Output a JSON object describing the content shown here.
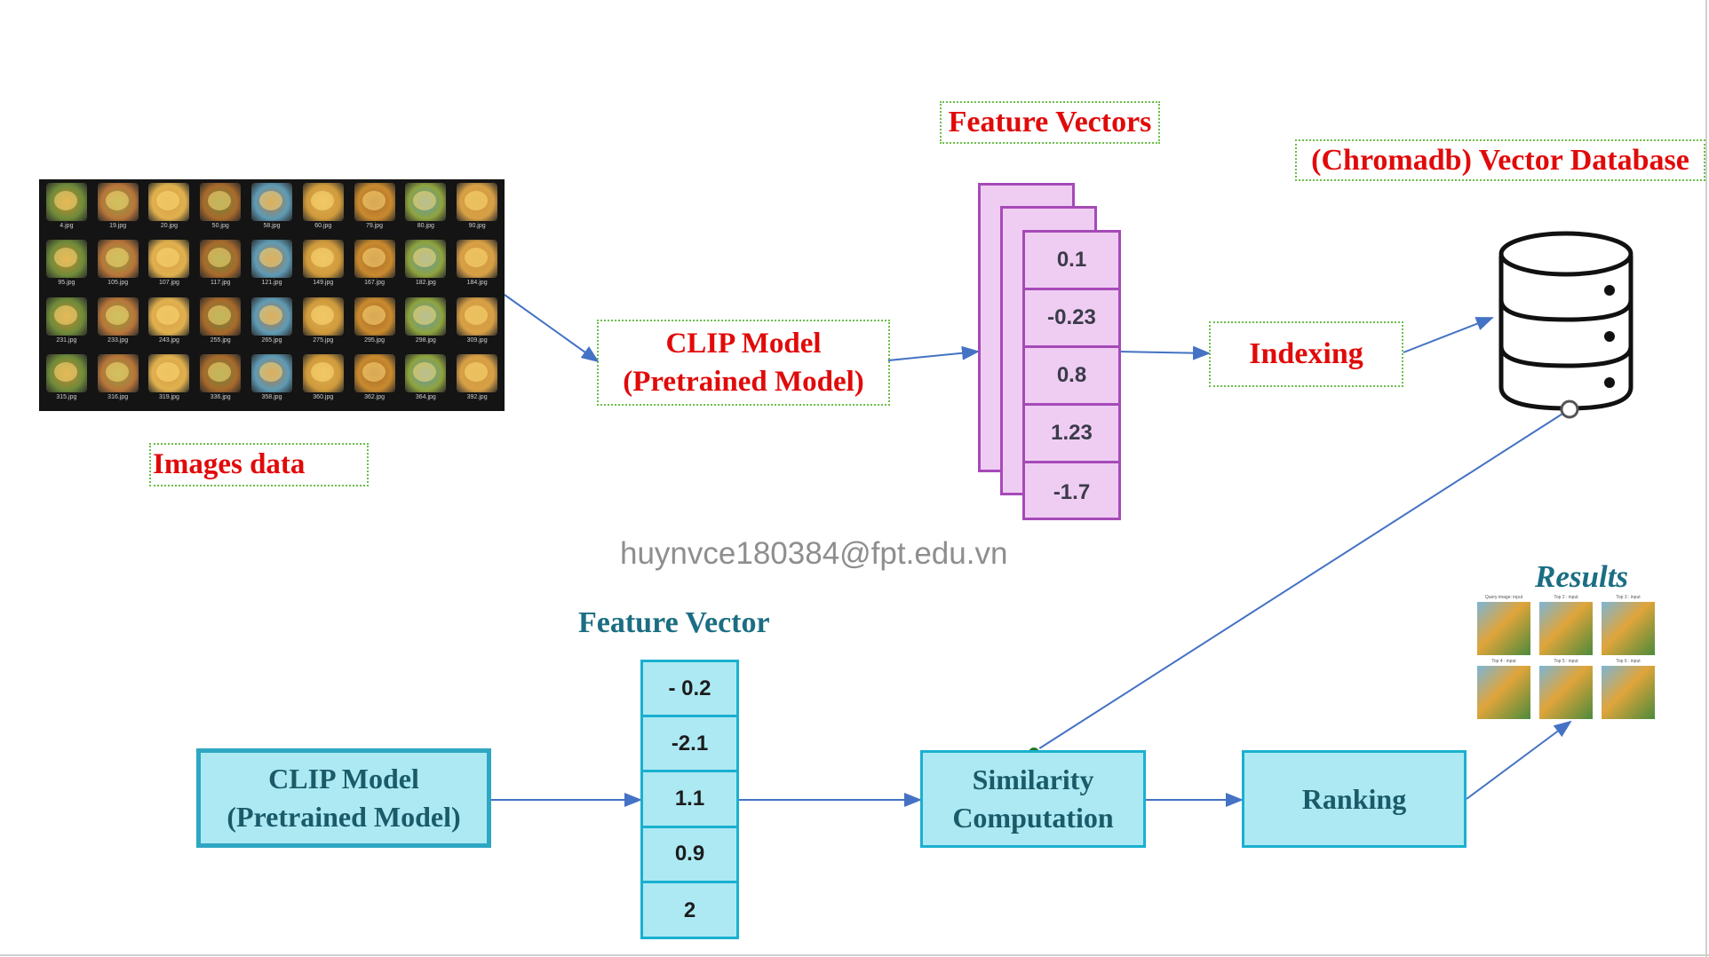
{
  "watermark": "huynvce180384@fpt.edu.vn",
  "images": {
    "label": "Images data",
    "captions": [
      "4.jpg",
      "19.jpg",
      "20.jpg",
      "50.jpg",
      "58.jpg",
      "60.jpg",
      "79.jpg",
      "80.jpg",
      "90.jpg",
      "95.jpg",
      "105.jpg",
      "107.jpg",
      "117.jpg",
      "121.jpg",
      "149.jpg",
      "167.jpg",
      "182.jpg",
      "184.jpg",
      "231.jpg",
      "233.jpg",
      "243.jpg",
      "255.jpg",
      "265.jpg",
      "275.jpg",
      "295.jpg",
      "298.jpg",
      "309.jpg",
      "315.jpg",
      "316.jpg",
      "319.jpg",
      "336.jpg",
      "358.jpg",
      "360.jpg",
      "362.jpg",
      "364.jpg",
      "392.jpg"
    ]
  },
  "clip_top": {
    "line1": "CLIP Model",
    "line2": "(Pretrained Model)"
  },
  "feature_vectors": {
    "label": "Feature Vectors",
    "values": [
      "0.1",
      "-0.23",
      "0.8",
      "1.23",
      "-1.7"
    ]
  },
  "indexing": {
    "label": "Indexing"
  },
  "vector_db": {
    "label": "(Chromadb) Vector Database"
  },
  "clip_bottom": {
    "line1": "CLIP Model",
    "line2": "(Pretrained Model)"
  },
  "feature_vector": {
    "label": "Feature Vector",
    "values": [
      "- 0.2",
      "-2.1",
      "1.1",
      "0.9",
      "2"
    ]
  },
  "similarity": {
    "line1": "Similarity",
    "line2": "Computation"
  },
  "ranking": {
    "label": "Ranking"
  },
  "results": {
    "label": "Results",
    "captions": [
      "Query image: input",
      "Top 2 : input",
      "Top 3 : input",
      "Top 4 : input",
      "Top 5 : input",
      "Top 6 : input"
    ]
  },
  "colors": {
    "red_label": "#e10a0a",
    "teal_title": "#1b6e83",
    "cyan_fill": "#ade9f3",
    "cyan_border": "#1ab0cf",
    "purple_fill": "#efcdf3",
    "purple_border": "#a64ab8",
    "dotted_border": "#6bbf4a",
    "arrow": "#4472c4"
  }
}
